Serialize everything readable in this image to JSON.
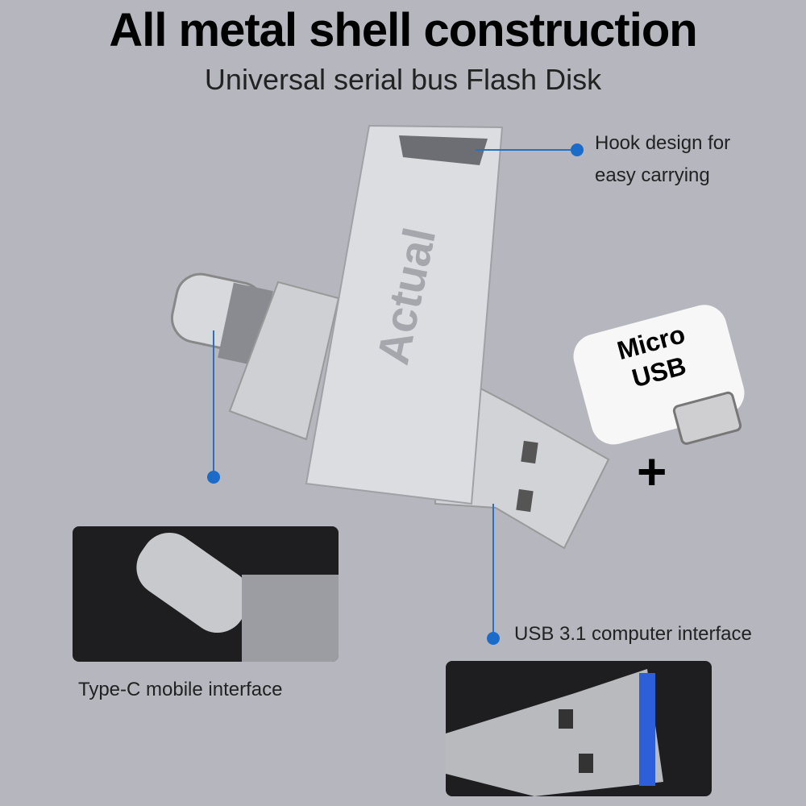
{
  "title": "All metal shell construction",
  "subtitle": "Universal serial bus  Flash Disk",
  "callouts": {
    "hook": [
      "Hook design for",
      "easy carrying"
    ],
    "usb": "USB 3.1 computer interface",
    "typec": "Type-C mobile interface"
  },
  "adapter": {
    "line1": "Micro",
    "line2": "USB",
    "plus": "+"
  },
  "brand": "Actual",
  "colors": {
    "background": "#b5b6be",
    "accent": "#1b6cc8"
  }
}
